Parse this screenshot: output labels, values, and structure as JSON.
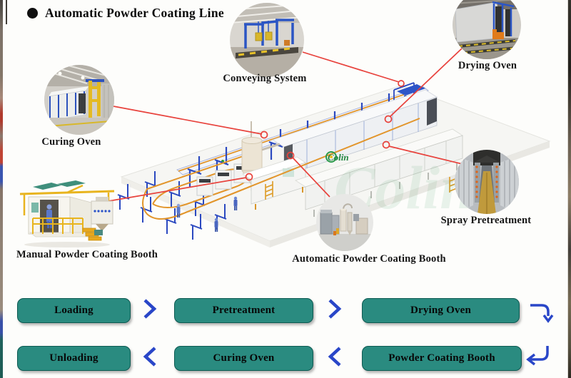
{
  "page": {
    "title": "Automatic Powder Coating Line"
  },
  "callouts": [
    {
      "id": "curing-oven",
      "label": "Curing Oven"
    },
    {
      "id": "conveying-system",
      "label": "Conveying System"
    },
    {
      "id": "drying-oven",
      "label": "Drying Oven"
    },
    {
      "id": "spray-pretreatment",
      "label": "Spray Pretreatment"
    },
    {
      "id": "automatic-powder-coating-booth",
      "label": "Automatic Powder Coating Booth"
    },
    {
      "id": "manual-powder-coating-booth",
      "label": "Manual Powder Coating Booth"
    }
  ],
  "illustration": {
    "logo": "Colin"
  },
  "flow": {
    "row1": [
      {
        "label": "Loading"
      },
      {
        "label": "Pretreatment"
      },
      {
        "label": "Drying Oven"
      }
    ],
    "row2": [
      {
        "label": "Unloading"
      },
      {
        "label": "Curing Oven"
      },
      {
        "label": "Powder Coating Booth"
      }
    ],
    "icons": {
      "forward": "chevron-right",
      "backward": "chevron-left",
      "turn_down": "arrow-turn-down",
      "turn_back": "arrow-return-left"
    }
  },
  "colors": {
    "button_fill": "#2a8b80",
    "button_border": "#0d5a52",
    "flow_arrow_blue": "#2946c8",
    "connector_red": "#e8423c",
    "conveyor_orange": "#e2952b",
    "frame_blue": "#2b49c0",
    "logo_green": "#2a9a4a"
  }
}
